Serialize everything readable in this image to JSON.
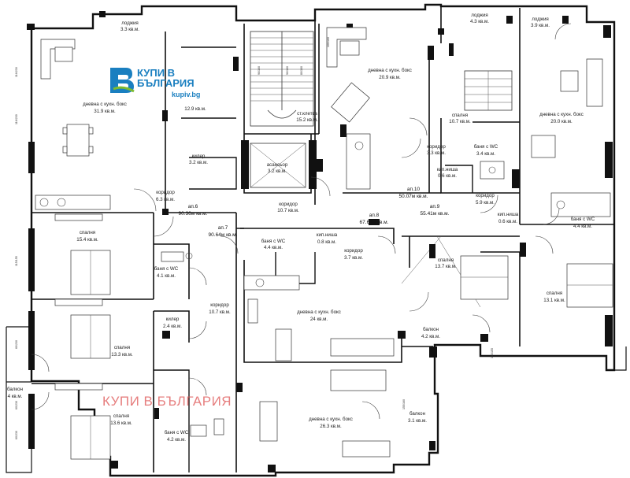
{
  "logo": {
    "line1": "КУПИ В",
    "line2": "БЪЛГАРИЯ",
    "url": "kupiv.bg",
    "color": "#1a7fc0",
    "accent": "#7dbb2f"
  },
  "watermark": {
    "text": "КУПИ В БЪЛГАРИЯ",
    "color": "#e05a5a"
  },
  "rooms": [
    {
      "id": "r1",
      "name": "лоджия",
      "area": "3.3 кв.м."
    },
    {
      "id": "r2",
      "name": "лоджия",
      "area": "4.3 кв.м."
    },
    {
      "id": "r3",
      "name": "лоджия",
      "area": "3.9 кв.м."
    },
    {
      "id": "r4",
      "name": "дневна с кухн. бокс",
      "area": "31.9 кв.м."
    },
    {
      "id": "r5",
      "name": "",
      "area": "12.9 кв.м."
    },
    {
      "id": "r6",
      "name": "ст.клетка",
      "area": "15.2 кв.м."
    },
    {
      "id": "r7",
      "name": "дневна с кухн. бокс",
      "area": "20.9 кв.м."
    },
    {
      "id": "r8",
      "name": "спалня",
      "area": "10.7 кв.м."
    },
    {
      "id": "r9",
      "name": "дневна с кухн. бокс",
      "area": "20.0 кв.м."
    },
    {
      "id": "r10",
      "name": "килер",
      "area": "3.2 кв.м."
    },
    {
      "id": "r11",
      "name": "асансьор",
      "area": "3.2 кв.м."
    },
    {
      "id": "r12",
      "name": "коридор",
      "area": "3.3 кв.м."
    },
    {
      "id": "r13",
      "name": "баня с WC",
      "area": "3.4 кв.м."
    },
    {
      "id": "r14",
      "name": "кип.ниша",
      "area": "0.6 кв.м."
    },
    {
      "id": "r15",
      "name": "коридор",
      "area": "6.3 кв.м."
    },
    {
      "id": "r16",
      "name": "коридор",
      "area": "10.7 кв.м."
    },
    {
      "id": "r17",
      "name": "коридор",
      "area": "5.9 кв.м."
    },
    {
      "id": "r18",
      "name": "кип.ниша",
      "area": "0.6 кв.м."
    },
    {
      "id": "r19",
      "name": "спалня",
      "area": "15.4 кв.м."
    },
    {
      "id": "r20",
      "name": "баня с WC",
      "area": "4.4 кв.м."
    },
    {
      "id": "r21",
      "name": "кип.ниша",
      "area": "0.8 кв.м."
    },
    {
      "id": "r22",
      "name": "коридор",
      "area": "3.7 кв.м."
    },
    {
      "id": "r23",
      "name": "баня с WC",
      "area": "4.4 кв.м."
    },
    {
      "id": "r24",
      "name": "баня с WC",
      "area": "4.1 кв.м."
    },
    {
      "id": "r25",
      "name": "спалня",
      "area": "13.7 кв.м."
    },
    {
      "id": "r26",
      "name": "спалня",
      "area": "13.1 кв.м."
    },
    {
      "id": "r27",
      "name": "коридор",
      "area": "10.7 кв.м."
    },
    {
      "id": "r28",
      "name": "дневна с кухн. бокс",
      "area": "24 кв.м."
    },
    {
      "id": "r29",
      "name": "килер",
      "area": "2.4 кв.м."
    },
    {
      "id": "r30",
      "name": "балкон",
      "area": "4.2 кв.м."
    },
    {
      "id": "r31",
      "name": "спалня",
      "area": "13.3 кв.м."
    },
    {
      "id": "r32",
      "name": "балкон",
      "area": "4 кв.м."
    },
    {
      "id": "r33",
      "name": "спалня",
      "area": "13.6 кв.м."
    },
    {
      "id": "r34",
      "name": "баня с WC",
      "area": "4.2 кв.м."
    },
    {
      "id": "r35",
      "name": "дневна с кухн. бокс",
      "area": "26.3 кв.м."
    },
    {
      "id": "r36",
      "name": "балкон",
      "area": "3.1 кв.м."
    }
  ],
  "apartments": [
    {
      "id": "a6",
      "name": "ап.6",
      "area": "90.36м кв.м."
    },
    {
      "id": "a7",
      "name": "ап.7",
      "area": "90.64м кв.м."
    },
    {
      "id": "a8",
      "name": "ап.8",
      "area": "67.60м кв.м."
    },
    {
      "id": "a9",
      "name": "ап.9",
      "area": "55.41м кв.м."
    },
    {
      "id": "a10",
      "name": "ап.10",
      "area": "50.07м кв.м."
    }
  ],
  "dimensions": [
    "116/230",
    "116/230",
    "115/155",
    "60/230",
    "60/230",
    "60/230",
    "160/155",
    "100/160",
    "90/160",
    "90/160",
    "80/160",
    "155/160"
  ]
}
